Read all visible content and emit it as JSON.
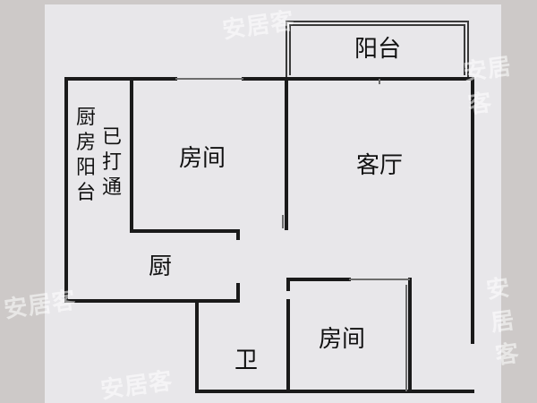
{
  "colors": {
    "background": "#cdc9c8",
    "paper": "#e7e6e9",
    "wall": "#1a1a1a",
    "door": "#6d6d6d"
  },
  "rooms": {
    "balcony": "阳台",
    "living_room": "客厅",
    "bedroom_top": "房间",
    "bedroom_bottom": "房间",
    "kitchen": "厨",
    "bathroom": "卫",
    "kitchen_balcony_note": {
      "left_column": [
        "厨",
        "房",
        "阳",
        "台"
      ],
      "right_column": [
        "已",
        "打",
        "通"
      ]
    }
  },
  "watermarks": [
    "安居客",
    "安居客",
    "安居客",
    "安居客",
    "安居客"
  ]
}
